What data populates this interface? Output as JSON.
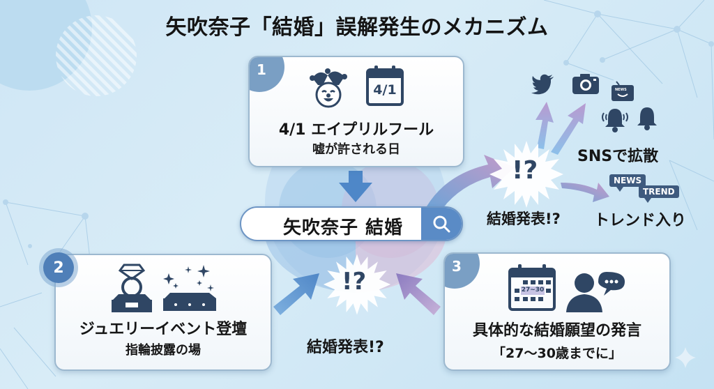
{
  "title": "矢吹奈子「結婚」誤解発生のメカニズム",
  "search": {
    "query": "矢吹奈子 結婚",
    "icon": "search-icon"
  },
  "cards": [
    {
      "number": "1",
      "title": "4/1 エイプリルフール",
      "subtitle": "嘘が許される日",
      "icons": [
        "jester-icon",
        "calendar-icon"
      ],
      "calendar_text": "4/1"
    },
    {
      "number": "2",
      "title": "ジュエリーイベント登壇",
      "subtitle": "指輪披露の場",
      "icons": [
        "ring-on-pedestal-icon",
        "sparkle-stage-icon"
      ]
    },
    {
      "number": "3",
      "title": "具体的な結婚願望の発言",
      "subtitle": "「27〜30歳までに」",
      "icons": [
        "calendar-range-icon",
        "person-speech-icon"
      ],
      "calendar_text": "27~30"
    }
  ],
  "center": {
    "burst_text": "!?",
    "label": "結婚発表!?"
  },
  "spread": {
    "burst_text": "!?",
    "burst_label": "結婚発表!?",
    "sns_label": "SNSで拡散",
    "trend_label": "トレンド入り",
    "sns_icons": [
      "twitter-bird-icon",
      "camera-icon",
      "news-tv-icon",
      "ringing-bell-icon",
      "bell-icon"
    ],
    "news_tag": "NEWS",
    "trend_tag": "TREND",
    "tv_text": "NEWS"
  },
  "colors": {
    "accent_blue": "#4f7fb8",
    "dark_navy": "#2f4664",
    "purple": "#9a86c4",
    "pink": "#d8a9c8"
  }
}
